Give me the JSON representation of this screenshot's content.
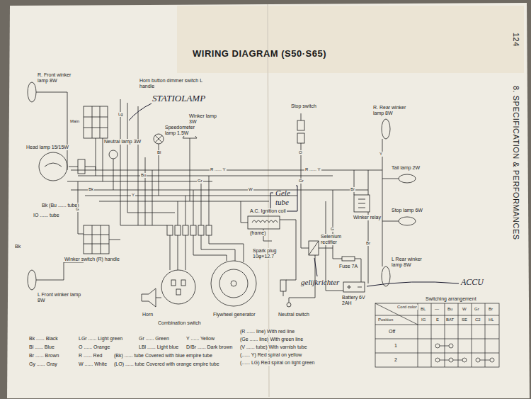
{
  "diagram": {
    "title": "WIRING DIAGRAM (S50·S65)",
    "labels": [
      "124",
      "8. SPECIFICATION & PERFORMANCES",
      "R. Front winker lamp 8W",
      "Horn button dimmer switch L handle",
      "STATIOLAMP",
      "Speedometer lamp 1.5W",
      "Winker lamp 3W",
      "Neutral lamp 3W",
      "Head lamp 15/15W",
      "Stop switch",
      "R. Rear winker lamp 8W",
      "Tail lamp 2W",
      "Stop lamp 6W",
      "Winker relay",
      "A.C. Ignition coil",
      "(frame)",
      "Gele tube",
      "Spark plug 10φ×12.7",
      "Selenium rectifier",
      "gelijkrichter",
      "Fuse 7A",
      "Battery 6V 2AH",
      "ACCU",
      "L Rear winker lamp 8W",
      "Neutral switch",
      "Horn",
      "Combination switch",
      "Flywheel generator",
      "Winker switch (R) handle",
      "L Front winker lamp 8W",
      "Bk (Bu ...... tube)",
      "IO ...... tube",
      "Main",
      "Switching arrangement",
      "Cord color",
      "Position",
      "BL",
      "—",
      "Bu",
      "W",
      "Gr",
      "Br",
      "IG",
      "E",
      "BAT",
      "SE",
      "C2",
      "HL",
      "Off",
      "1",
      "2",
      "Bk ...... Black",
      "LGr ...... Light green",
      "Gr ...... Green",
      "Y ...... Yellow",
      "Bl ...... Blue",
      "O ...... Orange",
      "LBl ...... Light blue",
      "D/Br ...... Dark brown",
      "Br ...... Brown",
      "R ...... Red",
      "(Bk) ...... tube Covered with blue empire tube",
      "Gy ...... Gray",
      "W ...... White",
      "(LO) ...... tube Covered with orange empire tube",
      "(R ...... line) With red line",
      "(Ge ...... line) With green line",
      "(V ...... tube) With varnish tube",
      "(...... Y) Red spiral on yellow",
      "(...... LG) Red spiral on light green",
      "R ...... Y",
      "R ...... Y",
      "Gr",
      "Bu",
      "Bk",
      "Y",
      "W",
      "Br",
      "Lg",
      "Bl",
      "G",
      "O",
      "Gr",
      "Y",
      "Br",
      "G",
      "Bk"
    ]
  }
}
